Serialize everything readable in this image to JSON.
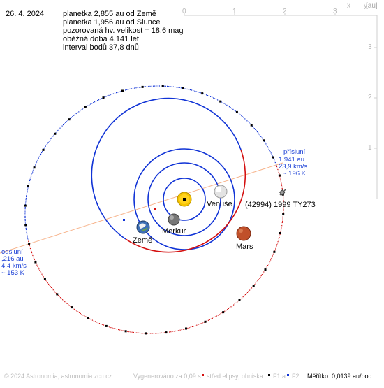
{
  "date": "26. 4. 2024",
  "info": {
    "line1": "planetka 2,855 au od Země",
    "line2": "planetka 1,956 au od Slunce",
    "line3": "pozorovaná hv. velikost = 18,6 mag",
    "line4": "oběžná doba 4,141 let",
    "line5": "interval bodů 37,8 dnů"
  },
  "axes": {
    "unit": "[au]",
    "x_label": "x",
    "y_label": "y",
    "x_ticks": [
      "0",
      "1",
      "2",
      "3"
    ],
    "y_ticks": [
      "3",
      "2",
      "1"
    ]
  },
  "labels": {
    "sun": "",
    "venus": "Venuše",
    "mercury": "Merkur",
    "earth": "Země",
    "mars": "Mars",
    "asteroid": "(42994) 1999 TY273"
  },
  "perihelion": {
    "title": "přísluní",
    "dist": "1,941 au",
    "speed": "23,9 km/s",
    "temp": "~ 196 K"
  },
  "aphelion": {
    "title": "odsluní",
    "dist": ",216 au",
    "speed": "4,4 km/s",
    "temp": "~ 153 K"
  },
  "footer": {
    "copyright": "© 2024 Astronomia, astronomia.zcu.cz",
    "generated": "Vygenerováno za 0,09 s",
    "legend_center": "střed elipsy, ohniska",
    "legend_f1": "F1 a",
    "legend_f2": "F2",
    "scale": "Měřítko: 0,0139 au/bod"
  },
  "colors": {
    "planet_orbit": "#1033d6",
    "mars_orbit": "#d41010",
    "asteroid_orbit_near": "#1033d6",
    "asteroid_orbit_far": "#d41010",
    "apsis_line": "#f7b48c",
    "sun": "#f5c400",
    "mars": "#c0502a",
    "venus": "#d9d9d9",
    "mercury": "#777777",
    "earth": "#4a79b8"
  }
}
